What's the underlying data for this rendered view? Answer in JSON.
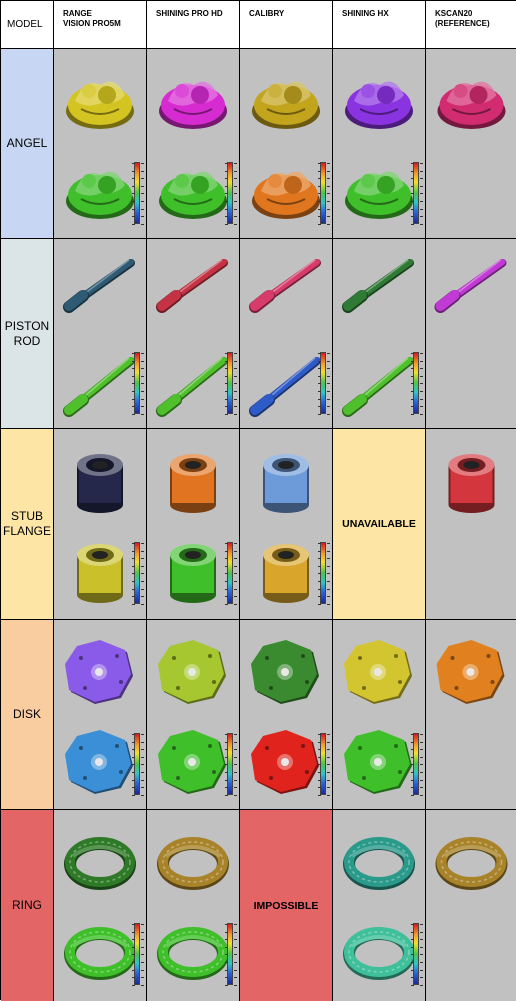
{
  "headers": [
    "MODEL",
    "RANGE VISION PRO5M",
    "SHINING PRO HD",
    "CALIBRY",
    "SHINING HX",
    "KSCAN20 (REFERENCE)"
  ],
  "header_lines": [
    [
      "MODEL"
    ],
    [
      "RANGE",
      "VISION PRO5M"
    ],
    [
      "SHINING PRO HD"
    ],
    [
      "CALIBRY"
    ],
    [
      "SHINING HX"
    ],
    [
      "KSCAN20",
      "(REFERENCE)"
    ]
  ],
  "rows": [
    {
      "label": "ANGEL",
      "label_lines": [
        "ANGEL"
      ],
      "shape": "angel",
      "color": "#c7d7f3",
      "cells": [
        {
          "top": "#d4c421",
          "bottom": "#3fbf2a",
          "deviation_map": true
        },
        {
          "top": "#d62bd0",
          "bottom": "#3fbf2a",
          "deviation_map": true
        },
        {
          "top": "#c2a41d",
          "bottom": "#e0771e",
          "deviation_map": true
        },
        {
          "top": "#8a33e0",
          "bottom": "#3fbf2a",
          "deviation_map": true
        },
        {
          "top": "#d12c70",
          "bottom": null,
          "deviation_map": false
        }
      ]
    },
    {
      "label": "PISTON ROD",
      "label_lines": [
        "PISTON",
        "ROD"
      ],
      "shape": "rod",
      "color": "#dbe4e6",
      "cells": [
        {
          "top": "#2e5a73",
          "bottom": "#4fc02b",
          "deviation_map": true
        },
        {
          "top": "#c43243",
          "bottom": "#4fc02b",
          "deviation_map": true
        },
        {
          "top": "#d63b6a",
          "bottom": "#2f5bc9",
          "deviation_map": true
        },
        {
          "top": "#2f7a34",
          "bottom": "#4fc02b",
          "deviation_map": true
        },
        {
          "top": "#c23ad6",
          "bottom": null,
          "deviation_map": false
        }
      ]
    },
    {
      "label": "STUB FLANGE",
      "label_lines": [
        "STUB",
        "FLANGE"
      ],
      "shape": "flange",
      "color": "#fde5a5",
      "cells": [
        {
          "top": "#25284a",
          "bottom": "#c9c02a",
          "deviation_map": true
        },
        {
          "top": "#e07420",
          "bottom": "#3fbf2a",
          "deviation_map": true
        },
        {
          "top": "#6d9ad8",
          "bottom": "#d9a52b",
          "deviation_map": true
        },
        {
          "status": "UNAVAILABLE"
        },
        {
          "top": "#d3363c",
          "bottom": null,
          "deviation_map": false
        }
      ]
    },
    {
      "label": "DISK",
      "label_lines": [
        "DISK"
      ],
      "shape": "disk",
      "color": "#f9cda0",
      "cells": [
        {
          "top": "#8a5be8",
          "bottom": "#3a8fd6",
          "deviation_map": true
        },
        {
          "top": "#a6c730",
          "bottom": "#3fbf2a",
          "deviation_map": true
        },
        {
          "top": "#3a8a30",
          "bottom": "#e0231d",
          "deviation_map": true
        },
        {
          "top": "#d3c530",
          "bottom": "#3fbf2a",
          "deviation_map": true
        },
        {
          "top": "#e0801e",
          "bottom": null,
          "deviation_map": false
        }
      ]
    },
    {
      "label": "RING",
      "label_lines": [
        "RING"
      ],
      "shape": "ring",
      "color": "#e46565",
      "cells": [
        {
          "top": "#2f7a28",
          "bottom": "#3fbf2a",
          "deviation_map": true
        },
        {
          "top": "#a8832a",
          "bottom": "#3fbf2a",
          "deviation_map": true
        },
        {
          "status": "IMPOSSIBLE"
        },
        {
          "top": "#2a9a8a",
          "bottom": "#3fbf9a",
          "deviation_map": true
        },
        {
          "top": "#a8832a",
          "bottom": null,
          "deviation_map": false
        }
      ]
    }
  ]
}
